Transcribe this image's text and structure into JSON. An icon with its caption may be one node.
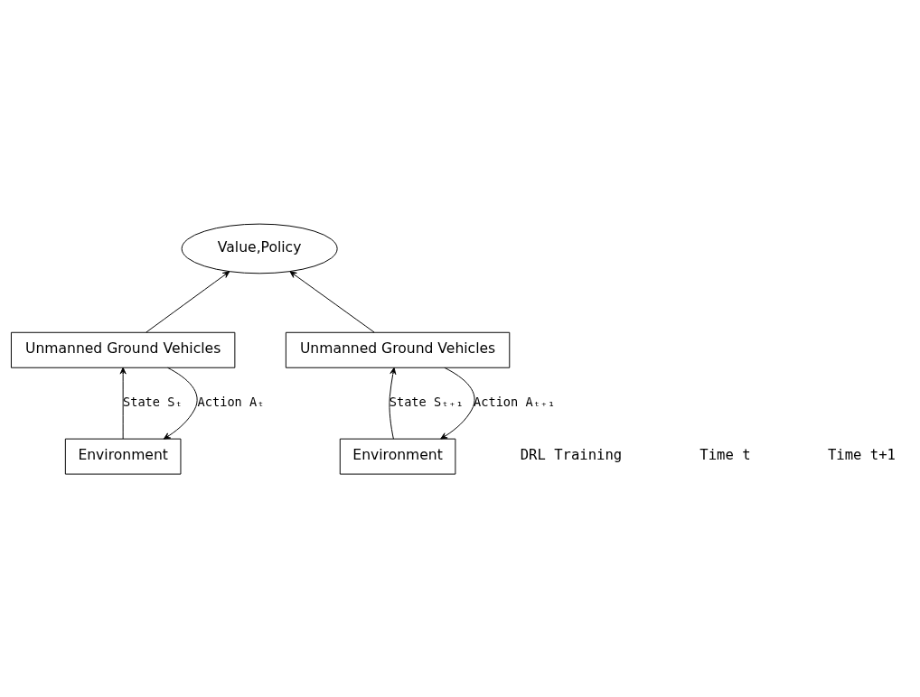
{
  "diagram": {
    "nodes": [
      {
        "text": [
          "Value,Policy"
        ]
      },
      {
        "text": [
          "Unmanned Ground Vehicles"
        ]
      },
      {
        "text": [
          "Environment"
        ]
      },
      {
        "text": [
          "Unmanned Ground Vehicles"
        ]
      },
      {
        "text": [
          "Environment"
        ]
      }
    ],
    "edges": [
      {
        "from": 1,
        "to": 0,
        "arrow": "to"
      },
      {
        "from": 3,
        "to": 0,
        "arrow": "to"
      },
      {
        "from": 2,
        "to": 1,
        "arrow": "to",
        "label": "State Sₜ"
      },
      {
        "from": 1,
        "to": 2,
        "arrow": "to",
        "label": "Action Aₜ"
      },
      {
        "from": 4,
        "to": 3,
        "arrow": "to",
        "label": "State Sₜ₊₁"
      },
      {
        "from": 3,
        "to": 4,
        "arrow": "to",
        "label": "Action Aₜ₊₁"
      }
    ],
    "labels": [
      "DRL Training",
      "Time t",
      "Time t+1"
    ]
  }
}
